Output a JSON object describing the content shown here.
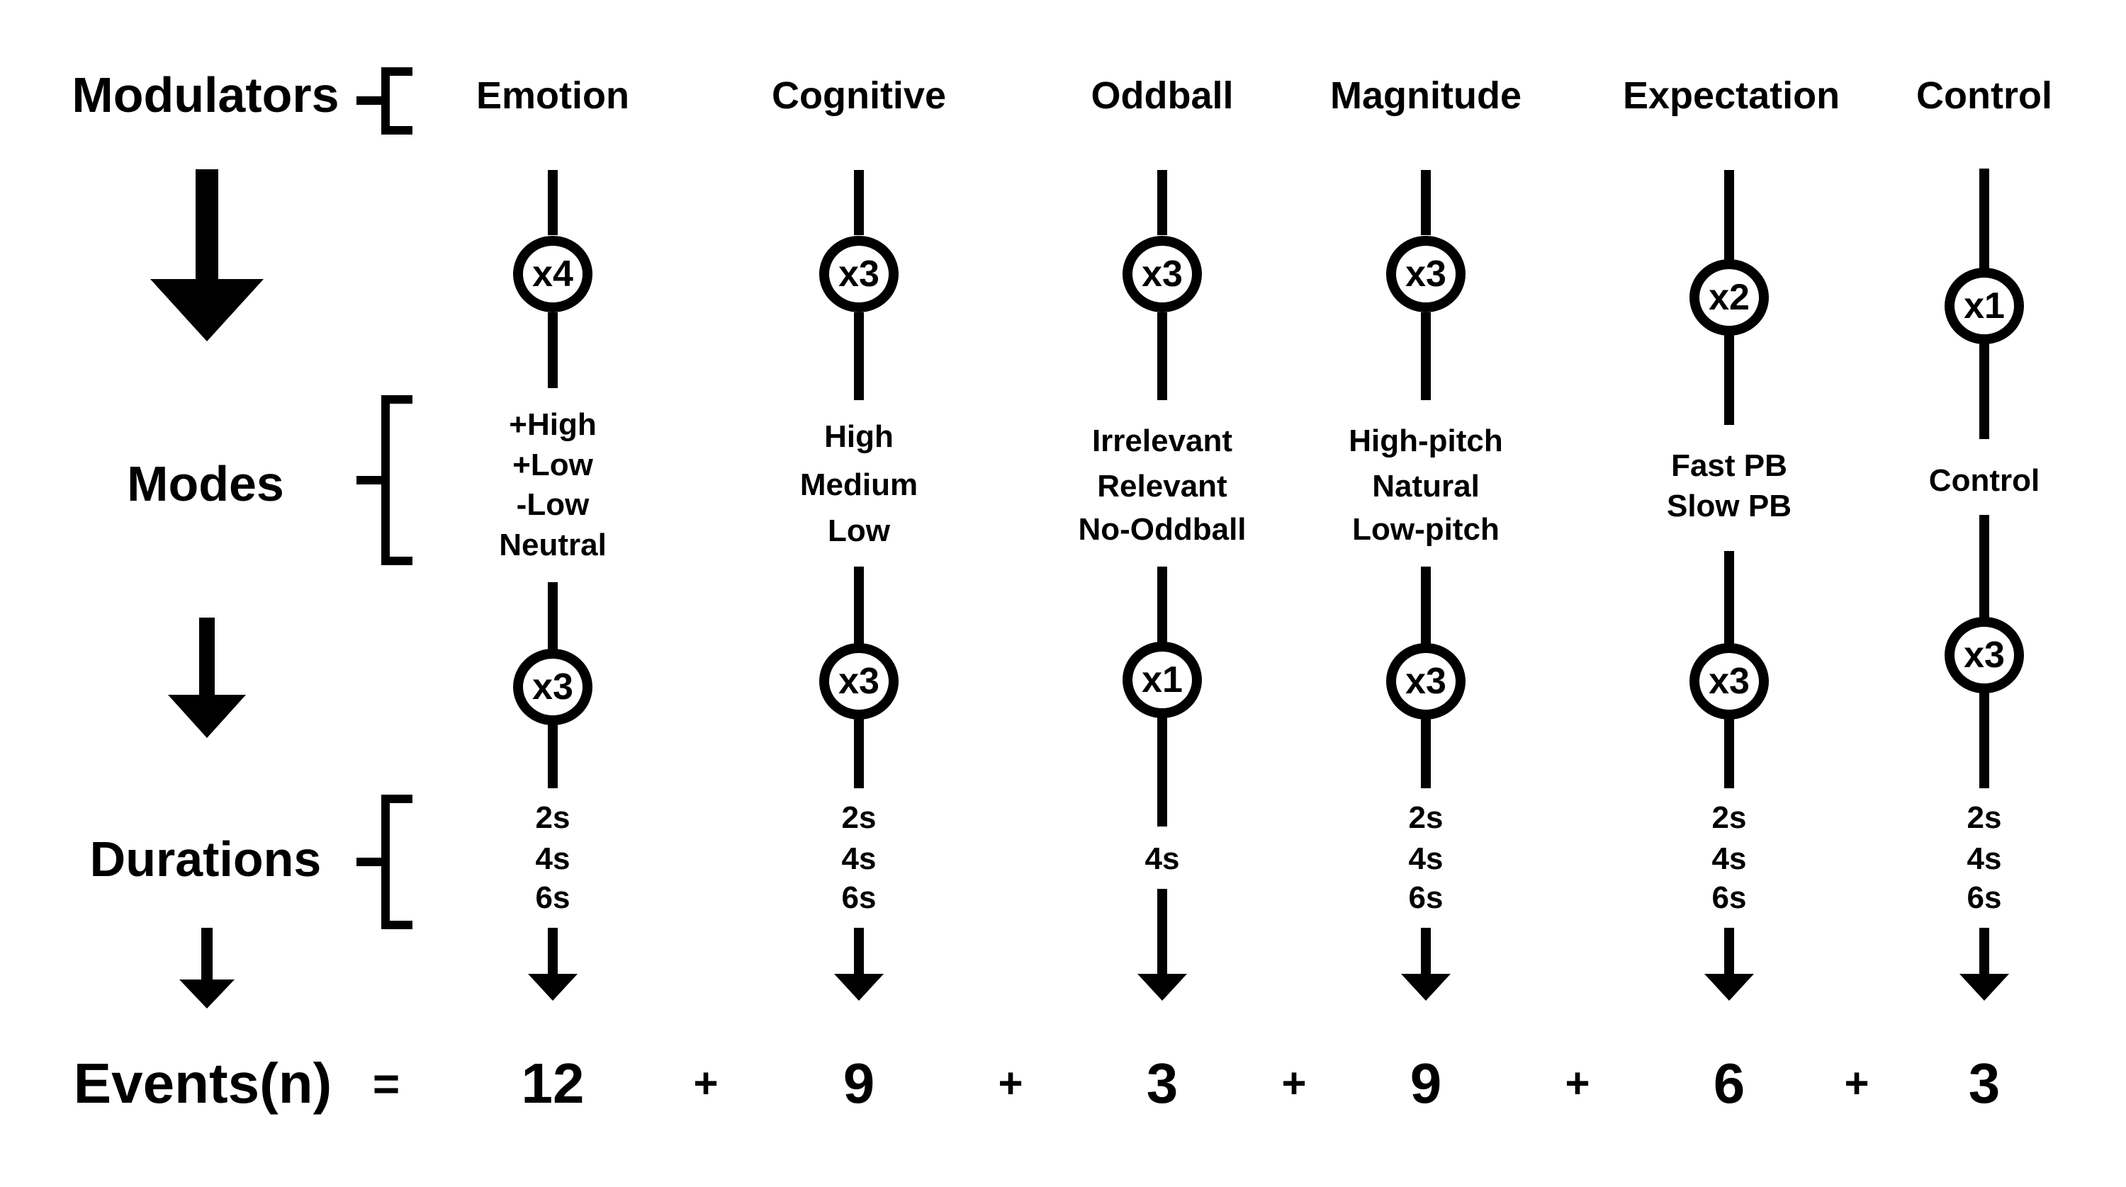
{
  "labels": {
    "modulators": "Modulators",
    "modes": "Modes",
    "durations": "Durations",
    "events": "Events(n)",
    "equals": "=",
    "plus": "+"
  },
  "columns": [
    {
      "name": "Emotion",
      "multiplier1": "x4",
      "modes": [
        "+High",
        "+Low",
        "-Low",
        "Neutral"
      ],
      "multiplier2": "x3",
      "durations": [
        "2s",
        "4s",
        "6s"
      ],
      "events": "12"
    },
    {
      "name": "Cognitive",
      "multiplier1": "x3",
      "modes": [
        "High",
        "Medium",
        "Low"
      ],
      "multiplier2": "x3",
      "durations": [
        "2s",
        "4s",
        "6s"
      ],
      "events": "9"
    },
    {
      "name": "Oddball",
      "multiplier1": "x3",
      "modes": [
        "Irrelevant",
        "Relevant",
        "No-Oddball"
      ],
      "multiplier2": "x1",
      "durations": [
        "4s"
      ],
      "events": "3"
    },
    {
      "name": "Magnitude",
      "multiplier1": "x3",
      "modes": [
        "High-pitch",
        "Natural",
        "Low-pitch"
      ],
      "multiplier2": "x3",
      "durations": [
        "2s",
        "4s",
        "6s"
      ],
      "events": "9"
    },
    {
      "name": "Expectation",
      "multiplier1": "x2",
      "modes": [
        "Fast PB",
        "Slow PB"
      ],
      "multiplier2": "x3",
      "durations": [
        "2s",
        "4s",
        "6s"
      ],
      "events": "6"
    },
    {
      "name": "Control",
      "multiplier1": "x1",
      "modes": [
        "Control"
      ],
      "multiplier2": "x3",
      "durations": [
        "2s",
        "4s",
        "6s"
      ],
      "events": "3"
    }
  ],
  "icons": {
    "down-arrow-icon": "css-triangle",
    "bracket-icon": "["
  },
  "colors": {
    "ink": "#000000",
    "background": "#ffffff"
  }
}
